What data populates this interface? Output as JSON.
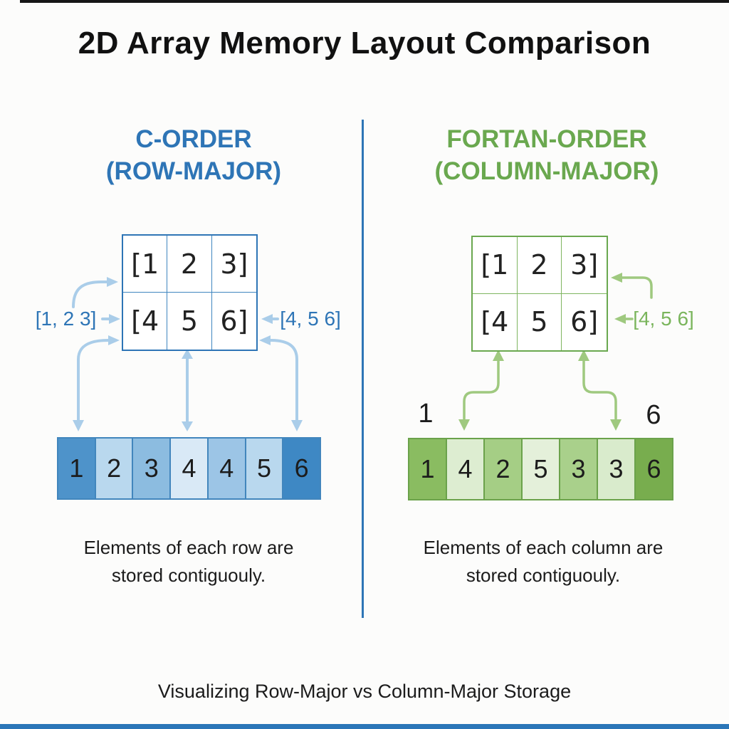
{
  "title": "2D Array Memory Layout Comparison",
  "footer": "Visualizing Row-Major vs Column-Major Storage",
  "colors": {
    "blue": "#2e75b6",
    "blue_inner": "#3f86c0",
    "green": "#6aa84f",
    "green_inner": "#7fb560",
    "ann_green": "#7ab55c",
    "light_blue_arrow": "#aacde9",
    "light_green_arrow": "#9fc97f",
    "title_text": "#111111",
    "top_bar": "#161616",
    "bottom_bar": "#2b76b8",
    "left_strip_border": "#4286bd",
    "right_strip_border": "#6ba24b",
    "left_strip_cells": [
      "#4e93ca",
      "#b9d8ee",
      "#8cbce0",
      "#d9e9f6",
      "#9cc5e6",
      "#b9d8ee",
      "#3e88c4"
    ],
    "right_strip_cells": [
      "#8abc61",
      "#ddedd1",
      "#a5ce85",
      "#e4f0da",
      "#a9d08b",
      "#d9ebcc",
      "#78ad4e"
    ]
  },
  "left": {
    "heading_line1": "C-ORDER",
    "heading_line2": "(ROW-MAJOR)",
    "matrix_cells": [
      "[1",
      "2",
      "3]",
      "[4",
      "5",
      "6]"
    ],
    "annotation_row1": "[1, 2 3]",
    "annotation_row2": "[4, 5 6]",
    "memory_cells": [
      "1",
      "2",
      "3",
      "4",
      "4",
      "5",
      "6"
    ],
    "caption_line1": "Elements of each row are",
    "caption_line2": "stored contiguouly."
  },
  "right": {
    "heading_line1": "FORTAN-ORDER",
    "heading_line2": "(COLUMN-MAJOR)",
    "matrix_cells": [
      "[1",
      "2",
      "3]",
      "[4",
      "5",
      "6]"
    ],
    "annotation_row2": "[4, 5 6]",
    "memory_cells": [
      "1",
      "4",
      "2",
      "5",
      "3",
      "3",
      "6"
    ],
    "label_start": "1",
    "label_end": "6",
    "caption_line1": "Elements of each column are",
    "caption_line2": "stored contiguouly."
  }
}
